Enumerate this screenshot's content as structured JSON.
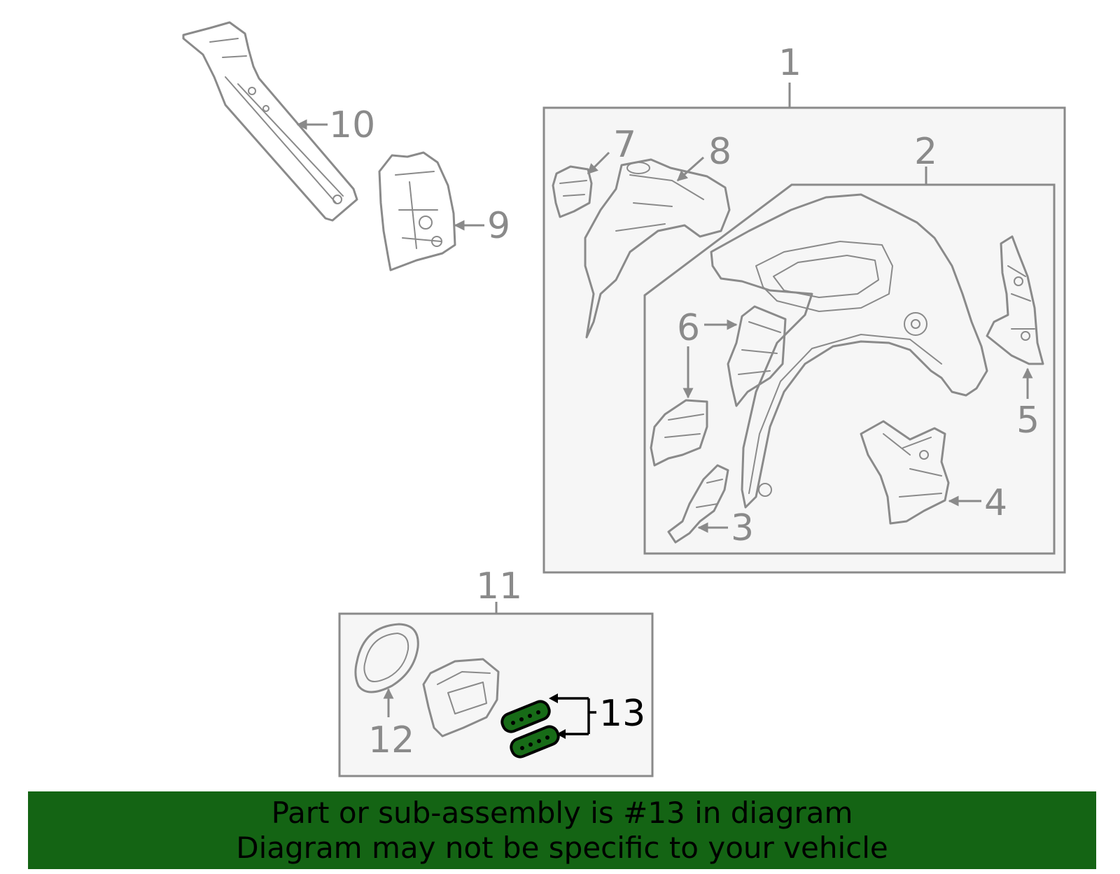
{
  "callouts": {
    "c1": "1",
    "c2": "2",
    "c3": "3",
    "c4": "4",
    "c5": "5",
    "c6": "6",
    "c7": "7",
    "c8": "8",
    "c9": "9",
    "c10": "10",
    "c11": "11",
    "c12": "12",
    "c13": "13"
  },
  "highlight": {
    "part_number": "13",
    "color": "#146414"
  },
  "banner": {
    "line1": "Part or sub-assembly is #13 in diagram",
    "line2": "Diagram may not be specific to your vehicle"
  }
}
